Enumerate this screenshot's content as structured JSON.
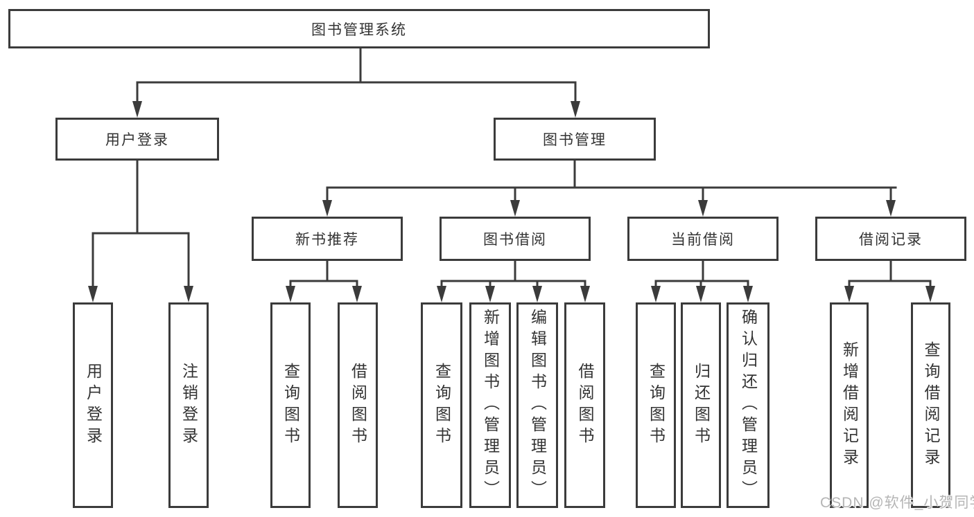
{
  "colors": {
    "line": "#3b3b3b",
    "text": "#333333",
    "box_background": "#ffffff",
    "watermark": "#b5b5b5"
  },
  "root": {
    "label": "图书管理系统"
  },
  "branches": [
    {
      "label": "用户登录",
      "children": [
        {
          "label": "用户登录"
        },
        {
          "label": "注销登录"
        }
      ]
    },
    {
      "label": "图书管理",
      "children": [
        {
          "label": "新书推荐",
          "children": [
            {
              "label": "查询图书"
            },
            {
              "label": "借阅图书"
            }
          ]
        },
        {
          "label": "图书借阅",
          "children": [
            {
              "label": "查询图书"
            },
            {
              "label": "新增图书（管理员）"
            },
            {
              "label": "编辑图书（管理员）"
            },
            {
              "label": "借阅图书"
            }
          ]
        },
        {
          "label": "当前借阅",
          "children": [
            {
              "label": "查询图书"
            },
            {
              "label": "归还图书"
            },
            {
              "label": "确认归还（管理员）"
            }
          ]
        },
        {
          "label": "借阅记录",
          "children": [
            {
              "label": "新增借阅记录"
            },
            {
              "label": "查询借阅记录"
            }
          ]
        }
      ]
    }
  ],
  "watermark": {
    "text": "CSDN @软件_小贺同学"
  }
}
